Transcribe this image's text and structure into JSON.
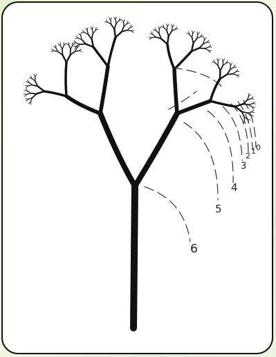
{
  "diagram": {
    "arc_labels": [
      "0",
      "1",
      "2",
      "3",
      "4",
      "5",
      "6"
    ]
  }
}
